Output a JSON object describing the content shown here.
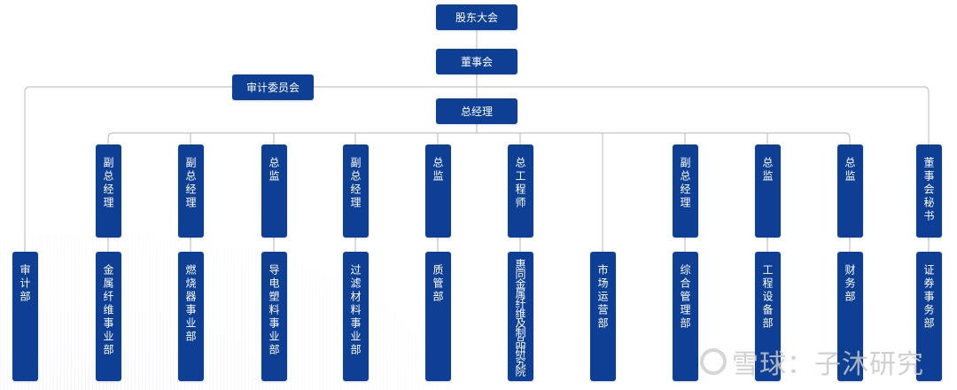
{
  "top": {
    "shareholders": "股东大会",
    "board": "董事会",
    "audit_committee": "审计委员会",
    "gm": "总经理"
  },
  "upper": [
    "副总经理",
    "副总经理",
    "总监",
    "副总经理",
    "总监",
    "总工程师",
    "副总经理",
    "总监",
    "总监",
    "董事会秘书"
  ],
  "lower": [
    "审计部",
    "金属纤维事业部",
    "燃烧器事业部",
    "导电塑料事业部",
    "过滤材料事业部",
    "质管部",
    "惠同金属纤维及制品研究院",
    "市场运营部",
    "综合管理部",
    "工程设备部",
    "财务部",
    "证券事务部"
  ],
  "watermark": "雪球：子沐研究",
  "colors": {
    "box": "#0d3f95",
    "line": "#c8c8c8"
  }
}
